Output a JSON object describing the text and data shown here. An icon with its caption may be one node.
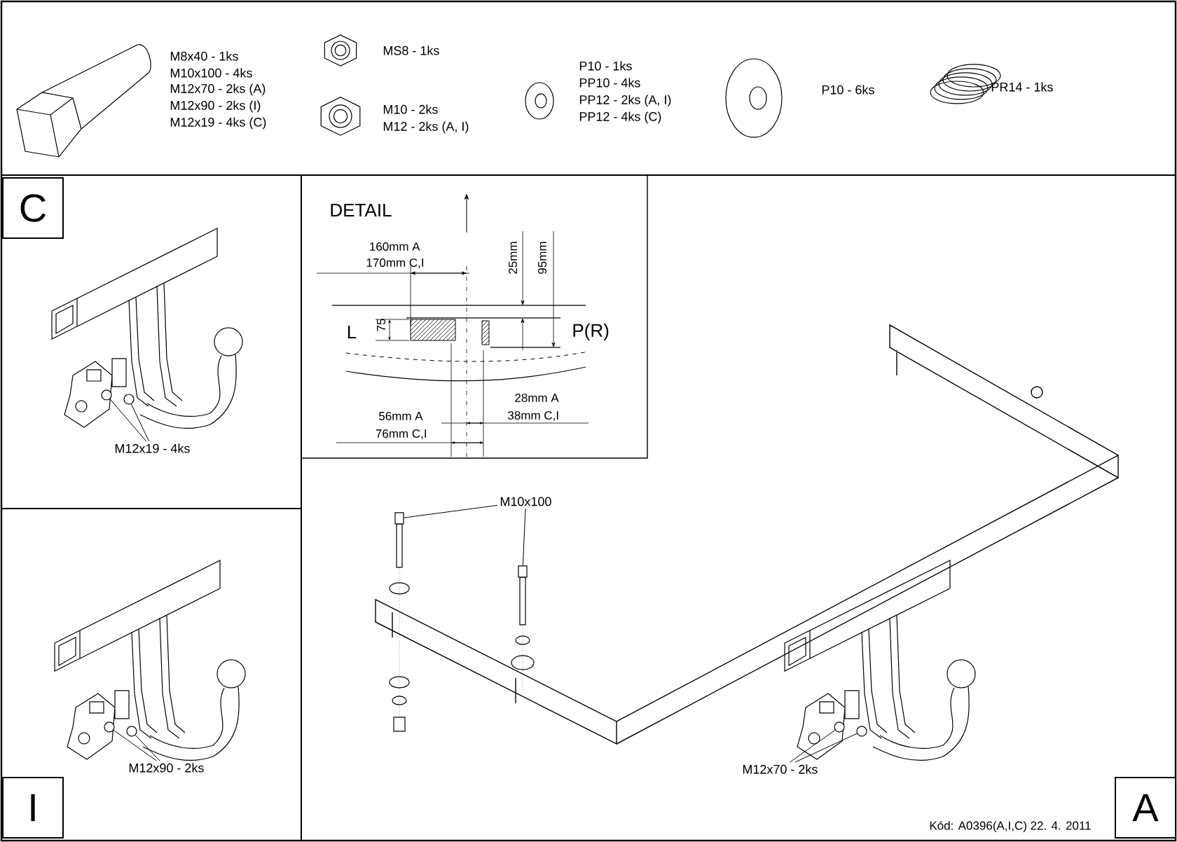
{
  "diagram": {
    "nodes": [
      {
        "text": [
          "C"
        ]
      },
      {
        "text": [
          "I"
        ]
      },
      {
        "text": [
          "A"
        ]
      },
      {
        "text": [
          "M12x19 - 4ks"
        ]
      },
      {
        "text": [
          "M12x90 - 2ks"
        ]
      },
      {
        "text": [
          "M10x100"
        ]
      },
      {
        "text": [
          "M12x70 - 2ks"
        ]
      },
      {
        "text": [],
        "shape": "circle"
      },
      {
        "text": [],
        "shape": "circle"
      },
      {
        "text": [],
        "shape": "circle"
      },
      {
        "text": [],
        "shape": "circle"
      },
      {
        "text": [],
        "shape": "box"
      },
      {
        "text": [],
        "shape": "box"
      },
      {
        "text": [],
        "shape": "circle"
      },
      {
        "text": [],
        "shape": "circle"
      }
    ],
    "edges": [
      {
        "from": 3,
        "to": 7,
        "arrow": "none"
      },
      {
        "from": 3,
        "to": 8,
        "arrow": "none"
      },
      {
        "from": 4,
        "to": 9,
        "arrow": "none"
      },
      {
        "from": 4,
        "to": 10,
        "arrow": "none"
      },
      {
        "from": 5,
        "to": 11,
        "arrow": "none"
      },
      {
        "from": 5,
        "to": 12,
        "arrow": "none"
      },
      {
        "from": 6,
        "to": 13,
        "arrow": "none"
      },
      {
        "from": 6,
        "to": 14,
        "arrow": "none"
      }
    ],
    "labels": [
      "M8x40 - 1ks",
      "M10x100 - 4ks",
      "M12x70 - 2ks (A)",
      "M12x90 - 2ks (I)",
      "M12x19 - 4ks (C)",
      "MS8 - 1ks",
      "M10 - 2ks",
      "M12 - 2ks (A, I)",
      "P10 - 1ks",
      "PP10 - 4ks",
      "PP12 - 2ks (A, I)",
      "PP12 - 4ks (C)",
      "P10 - 6ks",
      "PR14 - 1ks",
      "DETAIL",
      "160mm A",
      "170mm C,I",
      "25mm",
      "95mm",
      "L",
      "75",
      "P(R)",
      "28mm A",
      "38mm C,I",
      "56mm A",
      "76mm C,I",
      "Kód: A0396(A,I,C) 22. 4. 2011"
    ]
  }
}
